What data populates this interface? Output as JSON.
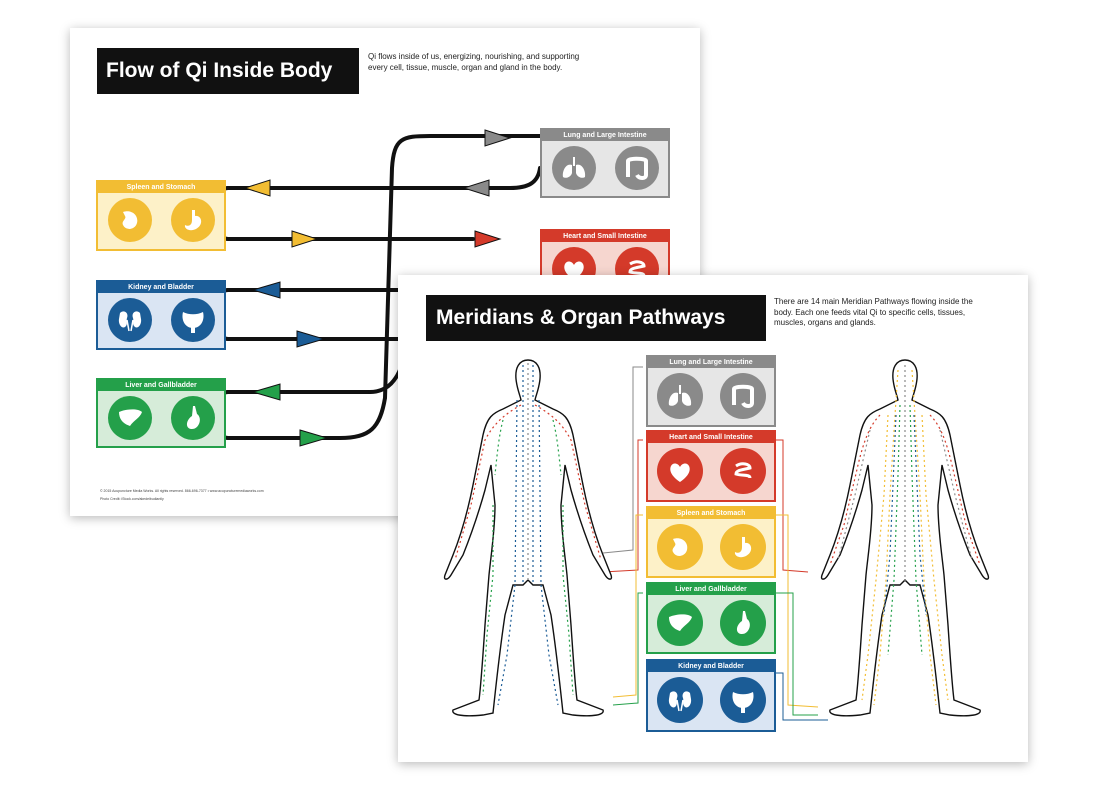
{
  "back_sheet": {
    "title": "Flow of Qi Inside Body",
    "description": "Qi flows inside of us, energizing, nourishing, and supporting every cell, tissue, muscle, organ and gland in the body.",
    "credit_line_1": "© 2015 Acupuncture Media Works. All rights reserved. 866-696-7377 • www.acupuncturemediaworks.com",
    "credit_line_2": "Photo Credit: iStock.com/akedeibudiantly",
    "organ_pairs": [
      {
        "label": "Spleen and Stomach",
        "icons": [
          "spleen-icon",
          "stomach-icon"
        ],
        "color": "#f2bd33",
        "bg": "#fdf1c8"
      },
      {
        "label": "Kidney and Bladder",
        "icons": [
          "kidney-icon",
          "bladder-icon"
        ],
        "color": "#1b5c96",
        "bg": "#dae5f3"
      },
      {
        "label": "Liver and Gallbladder",
        "icons": [
          "liver-icon",
          "gallbladder-icon"
        ],
        "color": "#24a04a",
        "bg": "#d6ecd9"
      },
      {
        "label": "Lung and Large Intestine",
        "icons": [
          "lungs-icon",
          "large-intestine-icon"
        ],
        "color": "#8a8a8a",
        "bg": "#e6e6e6"
      },
      {
        "label": "Heart and Small Intestine",
        "icons": [
          "heart-icon",
          "small-intestine-icon"
        ],
        "color": "#d43a2a",
        "bg": "#f6d6cf"
      }
    ]
  },
  "front_sheet": {
    "title": "Meridians & Organ Pathways",
    "description": "There are 14 main Meridian Pathways flowing inside the body. Each one feeds vital Qi to specific cells, tissues, muscles, organs and glands.",
    "organ_pairs": [
      {
        "label": "Lung and Large Intestine",
        "icons": [
          "lungs-icon",
          "large-intestine-icon"
        ],
        "color": "#8a8a8a",
        "bg": "#e6e6e6"
      },
      {
        "label": "Heart and Small Intestine",
        "icons": [
          "heart-icon",
          "small-intestine-icon"
        ],
        "color": "#d43a2a",
        "bg": "#f6d6cf"
      },
      {
        "label": "Spleen and Stomach",
        "icons": [
          "spleen-icon",
          "stomach-icon"
        ],
        "color": "#f2bd33",
        "bg": "#fdf1c8"
      },
      {
        "label": "Liver and Gallbladder",
        "icons": [
          "liver-icon",
          "gallbladder-icon"
        ],
        "color": "#24a04a",
        "bg": "#d6ecd9"
      },
      {
        "label": "Kidney and Bladder",
        "icons": [
          "kidney-icon",
          "bladder-icon"
        ],
        "color": "#1b5c96",
        "bg": "#dae5f3"
      }
    ],
    "figures": [
      "back-view-body-figure",
      "front-view-body-figure"
    ]
  },
  "colors": {
    "banner_bg": "#111111",
    "flow_line": "#111111",
    "meridian_blue": "#1b5c96",
    "meridian_red": "#d43a2a",
    "meridian_green": "#24a04a",
    "meridian_yellow": "#f2bd33",
    "meridian_gray": "#8a8a8a"
  }
}
